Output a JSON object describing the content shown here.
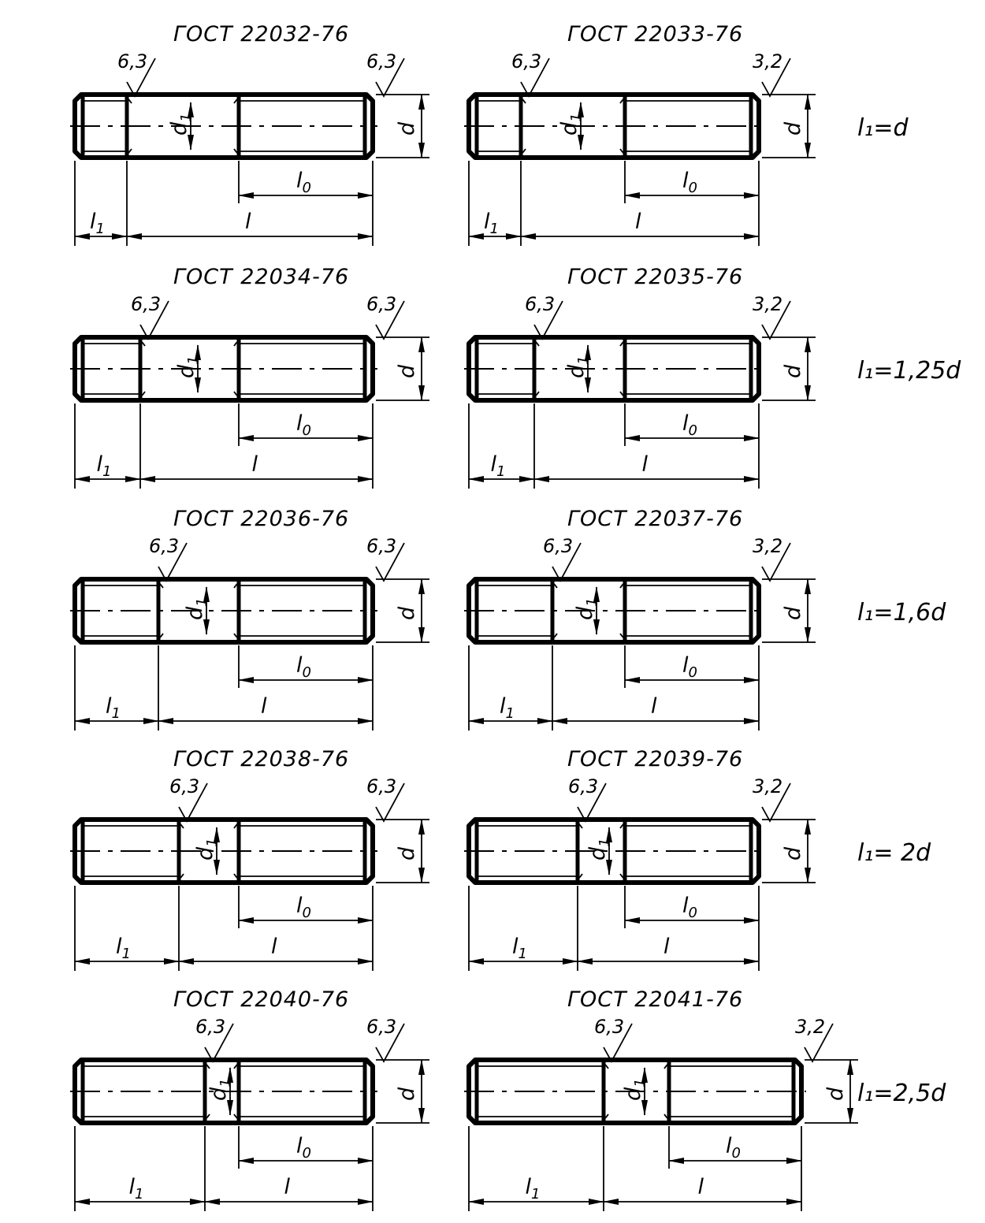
{
  "labels": {
    "thread_length": "l",
    "thread_length_sub": "0",
    "screw_in_length": "l",
    "screw_in_length_sub": "1",
    "diameter": "d",
    "diameter_reduced": "d",
    "diameter_reduced_sub": "1"
  },
  "studs": [
    {
      "id": "22032",
      "title": "ГОСТ 22032-76",
      "rough_left": "6,3",
      "rough_right": "6,3",
      "l1_ratio": 1.0,
      "rule": ""
    },
    {
      "id": "22033",
      "title": "ГОСТ 22033-76",
      "rough_left": "6,3",
      "rough_right": "3,2",
      "l1_ratio": 1.0,
      "rule": "l₁=d"
    },
    {
      "id": "22034",
      "title": "ГОСТ 22034-76",
      "rough_left": "6,3",
      "rough_right": "6,3",
      "l1_ratio": 1.25,
      "rule": ""
    },
    {
      "id": "22035",
      "title": "ГОСТ 22035-76",
      "rough_left": "6,3",
      "rough_right": "3,2",
      "l1_ratio": 1.25,
      "rule": "l₁=1,25d"
    },
    {
      "id": "22036",
      "title": "ГОСТ 22036-76",
      "rough_left": "6,3",
      "rough_right": "6,3",
      "l1_ratio": 1.6,
      "rule": ""
    },
    {
      "id": "22037",
      "title": "ГОСТ 22037-76",
      "rough_left": "6,3",
      "rough_right": "3,2",
      "l1_ratio": 1.6,
      "rule": "l₁=1,6d"
    },
    {
      "id": "22038",
      "title": "ГОСТ 22038-76",
      "rough_left": "6,3",
      "rough_right": "6,3",
      "l1_ratio": 2.0,
      "rule": ""
    },
    {
      "id": "22039",
      "title": "ГОСТ 22039-76",
      "rough_left": "6,3",
      "rough_right": "3,2",
      "l1_ratio": 2.0,
      "rule": "l₁= 2d"
    },
    {
      "id": "22040",
      "title": "ГОСТ 22040-76",
      "rough_left": "6,3",
      "rough_right": "6,3",
      "l1_ratio": 2.5,
      "rule": ""
    },
    {
      "id": "22041",
      "title": "ГОСТ 22041-76",
      "rough_left": "6,3",
      "rough_right": "3,2",
      "l1_ratio": 2.5,
      "rule": "l₁=2,5d"
    }
  ]
}
